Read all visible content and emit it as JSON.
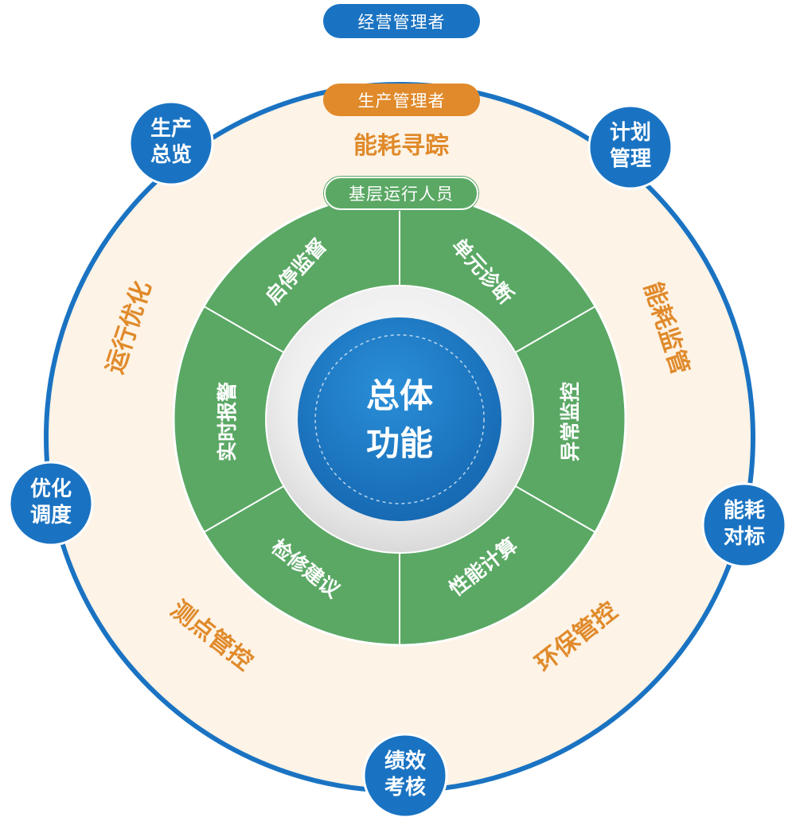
{
  "roles": {
    "outer": "经营管理者",
    "middle": "生产管理者",
    "inner": "基层运行人员"
  },
  "center": {
    "line1": "总体",
    "line2": "功能"
  },
  "inner_segments": [
    "启停监督",
    "单元诊断",
    "异常监控",
    "性能计算",
    "检修建议",
    "实时报警"
  ],
  "middle_labels": [
    "能耗寻踪",
    "能耗监管",
    "环保管控",
    "测点管控",
    "运行优化"
  ],
  "outer_nodes": [
    {
      "line1": "生产",
      "line2": "总览"
    },
    {
      "line1": "计划",
      "line2": "管理"
    },
    {
      "line1": "能耗",
      "line2": "对标"
    },
    {
      "line1": "绩效",
      "line2": "考核"
    },
    {
      "line1": "优化",
      "line2": "调度"
    }
  ],
  "colors": {
    "blue": "#1a73c2",
    "orange": "#e08a2b",
    "green": "#5aa864",
    "cream": "#fdf3e6",
    "center_blue": "#1e7fc8"
  }
}
